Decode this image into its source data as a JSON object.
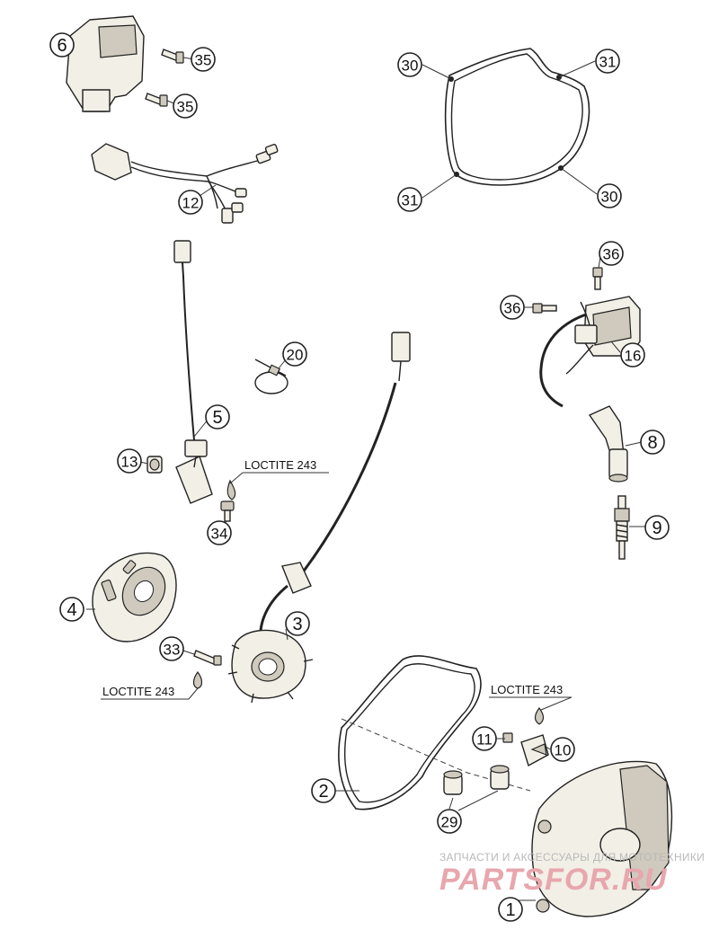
{
  "callouts": [
    {
      "id": "c6",
      "text": "6"
    },
    {
      "id": "c35a",
      "text": "35"
    },
    {
      "id": "c35b",
      "text": "35"
    },
    {
      "id": "c12",
      "text": "12"
    },
    {
      "id": "c30a",
      "text": "30"
    },
    {
      "id": "c31a",
      "text": "31"
    },
    {
      "id": "c31b",
      "text": "31"
    },
    {
      "id": "c30b",
      "text": "30"
    },
    {
      "id": "c36a",
      "text": "36"
    },
    {
      "id": "c36b",
      "text": "36"
    },
    {
      "id": "c16",
      "text": "16"
    },
    {
      "id": "c20",
      "text": "20"
    },
    {
      "id": "c5",
      "text": "5"
    },
    {
      "id": "c13",
      "text": "13"
    },
    {
      "id": "c34",
      "text": "34"
    },
    {
      "id": "c8",
      "text": "8"
    },
    {
      "id": "c9",
      "text": "9"
    },
    {
      "id": "c4",
      "text": "4"
    },
    {
      "id": "c3",
      "text": "3"
    },
    {
      "id": "c33",
      "text": "33"
    },
    {
      "id": "c11",
      "text": "11"
    },
    {
      "id": "c10",
      "text": "10"
    },
    {
      "id": "c2",
      "text": "2"
    },
    {
      "id": "c29",
      "text": "29"
    },
    {
      "id": "c1",
      "text": "1"
    }
  ],
  "labels": {
    "loctite_a": "LOCTITE 243",
    "loctite_b": "LOCTITE 243",
    "loctite_c": "LOCTITE 243"
  },
  "watermark": {
    "caption": "ЗАПЧАСТИ И АКСЕССУАРЫ ДЛЯ МОТОТЕХНИКИ",
    "logo": "PARTSFOR.RU"
  }
}
